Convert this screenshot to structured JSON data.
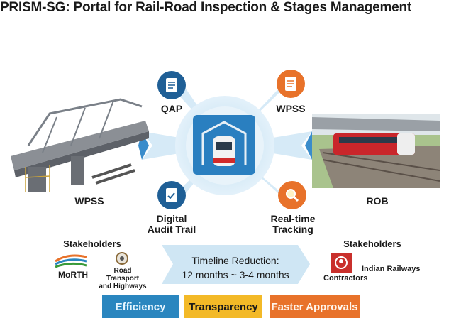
{
  "title": "PRISM-SG: Portal for Rail-Road Inspection & Stages Management",
  "nodes": {
    "qap": "QAP",
    "wpss_top": "WPSS",
    "audit_line1": "Digital",
    "audit_line2": "Audit Trail",
    "tracking_line1": "Real-time",
    "tracking_line2": "Tracking"
  },
  "left_image_label": "WPSS",
  "right_image_label": "ROB",
  "stakeholders_left": {
    "heading": "Stakeholders",
    "logo1": "MoRTH",
    "logo2_line1": "Road Transport",
    "logo2_line2": "and Highways"
  },
  "stakeholders_right": {
    "heading": "Stakeholders",
    "contractors": "Contractors",
    "railways": "Indian Railways"
  },
  "timeline": {
    "line1": "Timeline Reduction:",
    "line2": "12 months ~ 3-4 months"
  },
  "benefits": [
    "Efficiency",
    "Transparency",
    "Faster Approvals"
  ],
  "colors": {
    "blue": "#2a86bf",
    "yellow": "#f3b927",
    "orange": "#e8722a",
    "navy": "#1f5f96",
    "light": "#cfe6f4"
  }
}
